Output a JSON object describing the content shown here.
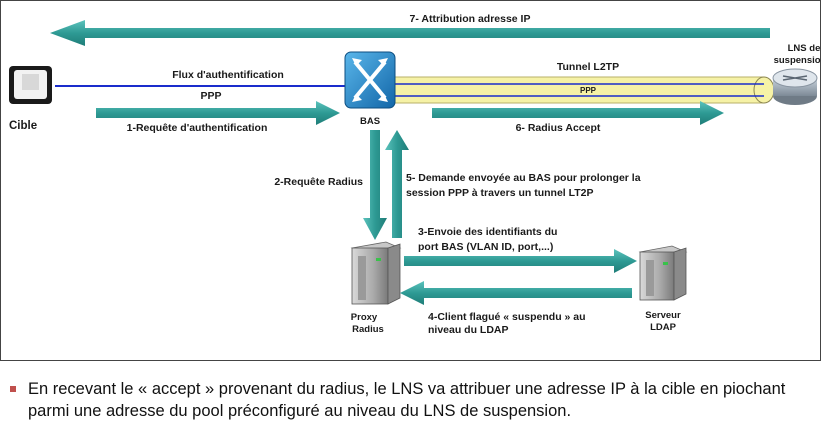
{
  "diagram": {
    "arrows": {
      "attribution_ip": "7- Attribution adresse IP",
      "flux_auth": "Flux d'authentification",
      "ppp": "PPP",
      "tunnel": "Tunnel L2TP",
      "tunnel_ppp": "PPP",
      "requete_auth": "1-Requête d'authentification",
      "radius_accept": "6- Radius  Accept",
      "requete_radius": "2-Requête Radius",
      "demande_line1": "5- Demande envoyée au BAS pour prolonger la",
      "demande_line2": "session PPP à travers un tunnel LT2P",
      "envoie_line1": "3-Envoie des identifiants du",
      "envoie_line2": "port BAS (VLAN ID, port,...)",
      "client_line1": "4-Client flagué « suspendu » au",
      "client_line2": "niveau du LDAP"
    },
    "nodes": {
      "cible": "Cible",
      "bas": "BAS",
      "lns_line1": "LNS de",
      "lns_line2": "suspension",
      "proxy_line1": "Proxy",
      "proxy_line2": "Radius",
      "ldap_line1": "Serveur",
      "ldap_line2": "LDAP"
    },
    "colors": {
      "arrow": "#2e9a94",
      "auth_line": "#1a2ccc",
      "tunnel": "#f6f2a6",
      "router": "#1f86c7",
      "bullet": "#c0504d"
    }
  },
  "footer": {
    "bullet_text": "En recevant le « accept » provenant du radius, le LNS va attribuer une adresse IP à la cible en piochant parmi une adresse du pool préconfiguré au niveau du LNS de suspension."
  }
}
